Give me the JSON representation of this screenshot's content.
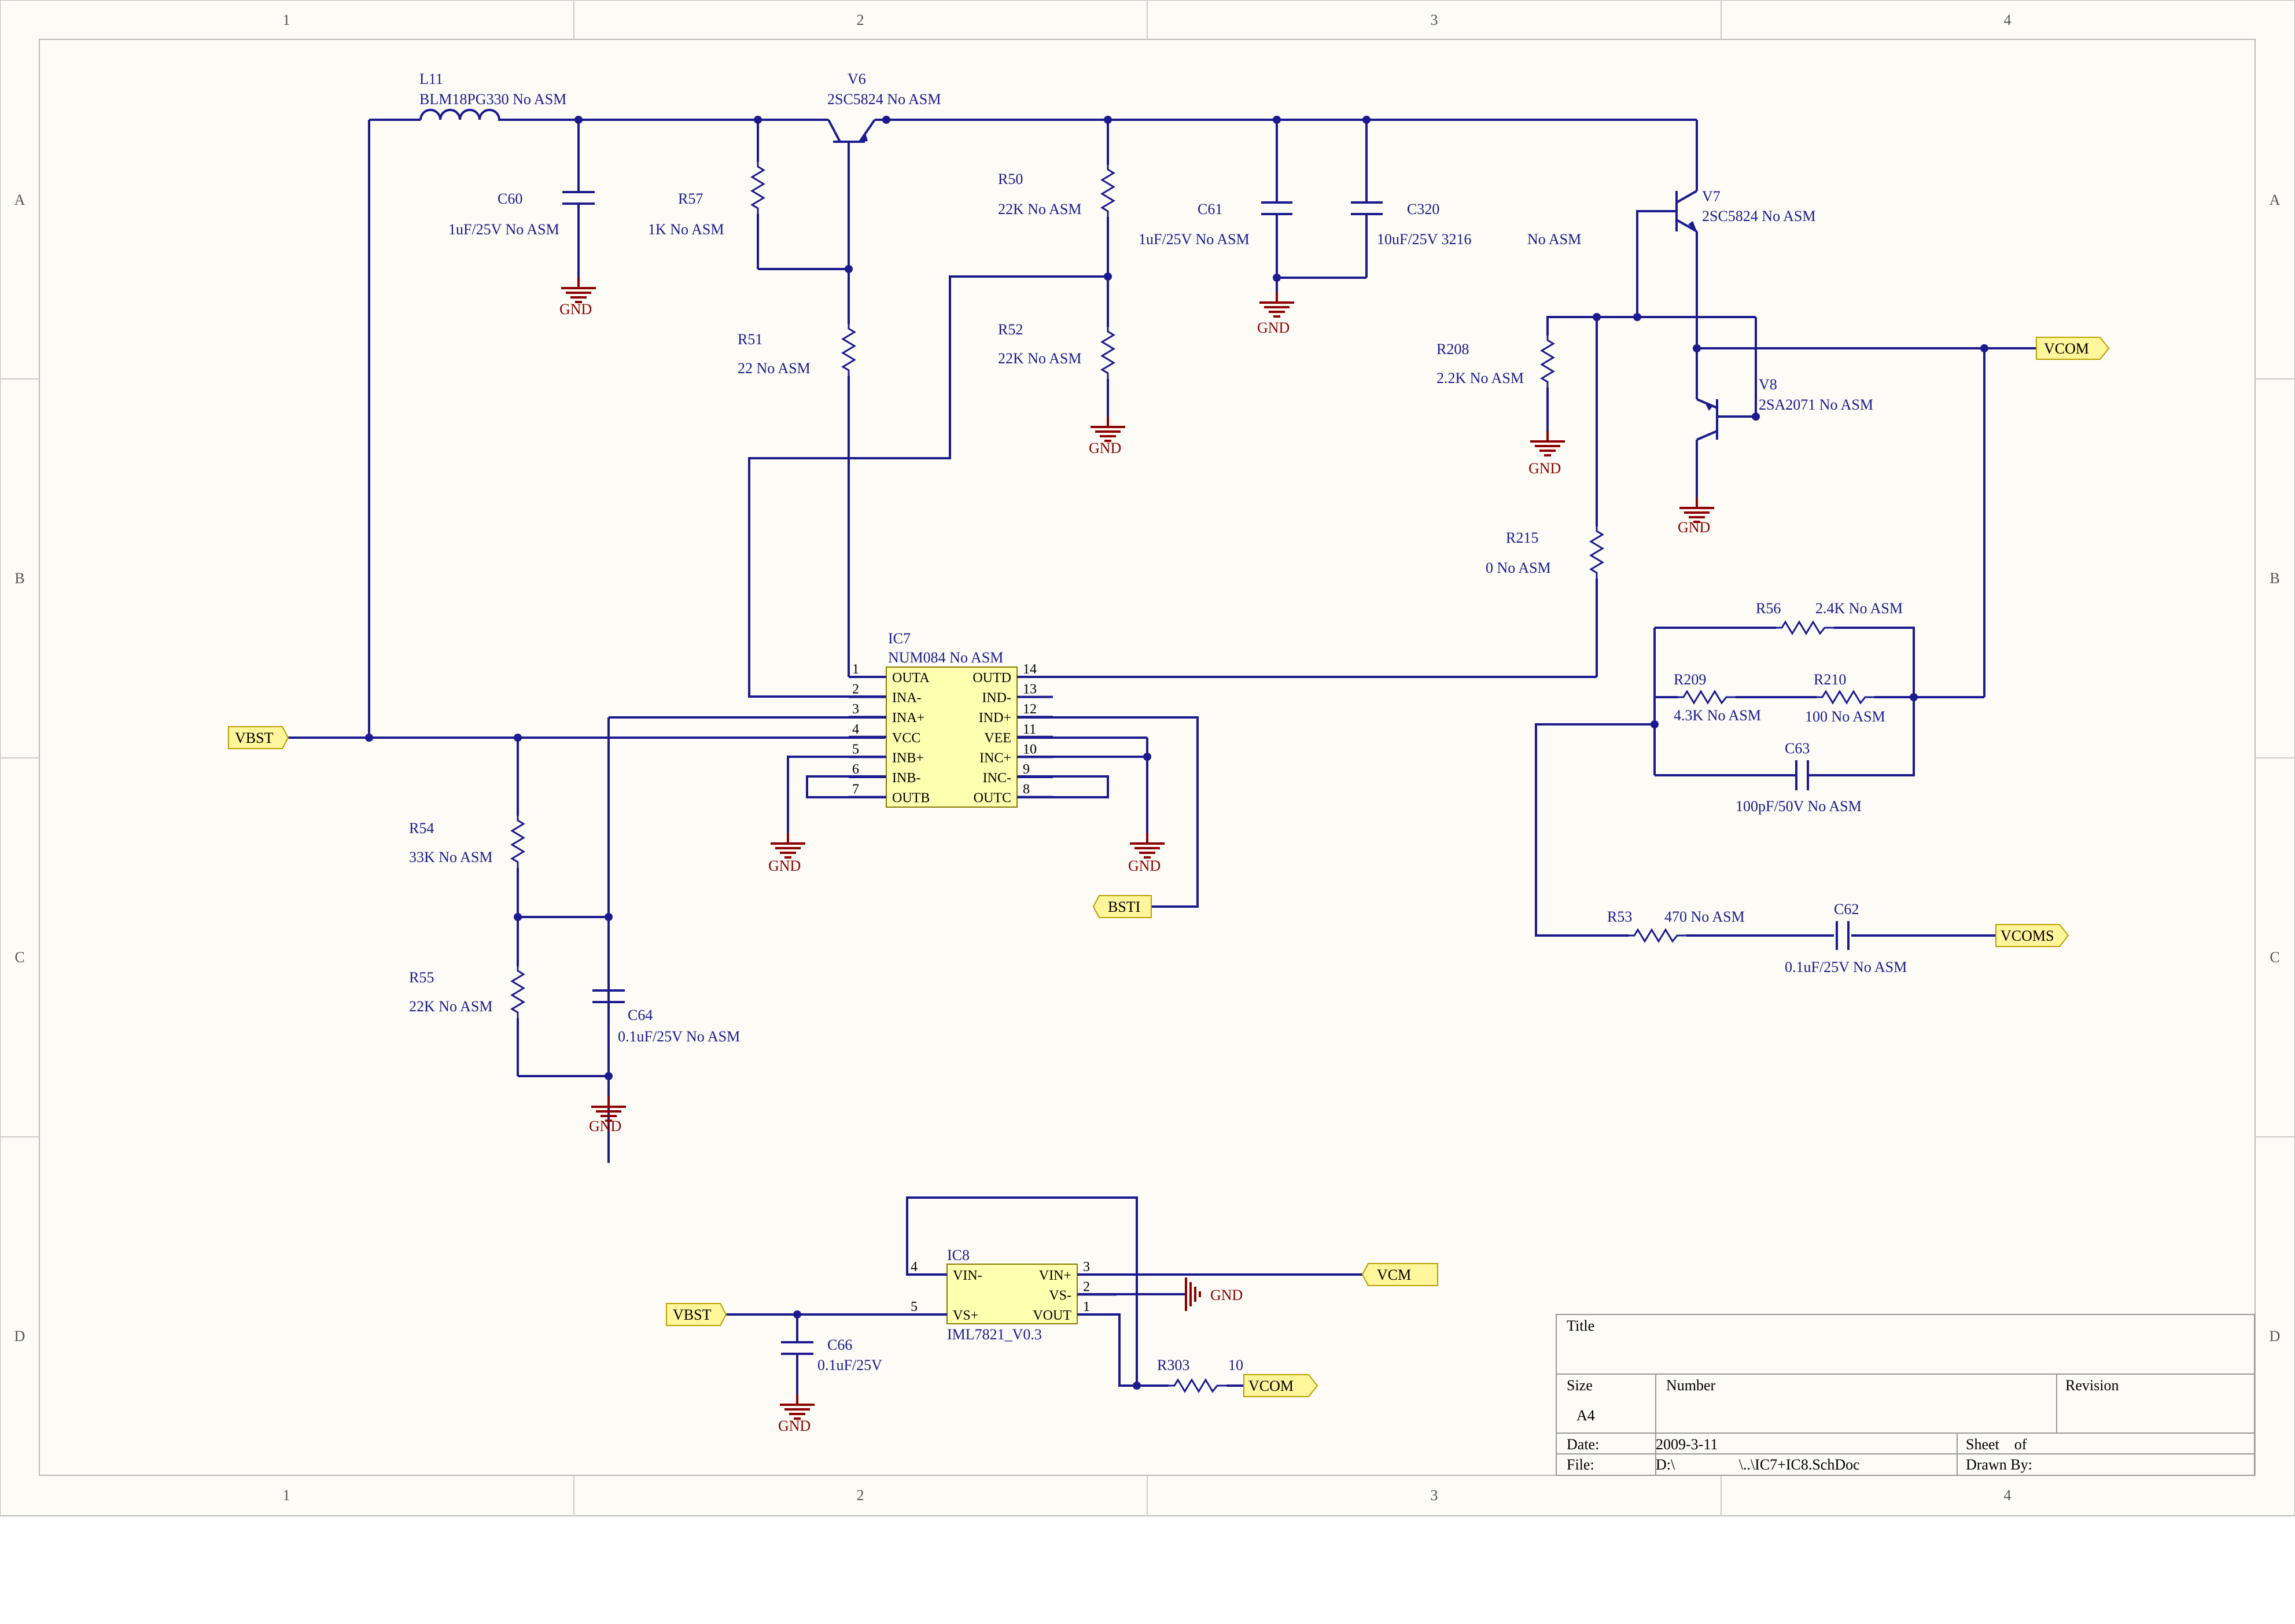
{
  "border": {
    "cols": [
      "1",
      "2",
      "3",
      "4"
    ],
    "rows": [
      "A",
      "B",
      "C",
      "D"
    ]
  },
  "components": {
    "L11": {
      "ref": "L11",
      "value": "BLM18PG330  No ASM"
    },
    "V6": {
      "ref": "V6",
      "value": "2SC5824 No ASM"
    },
    "C60": {
      "ref": "C60",
      "value": "1uF/25V  No ASM"
    },
    "R57": {
      "ref": "R57",
      "value": "1K No ASM"
    },
    "R51": {
      "ref": "R51",
      "value": "22 No ASM"
    },
    "R50": {
      "ref": "R50",
      "value": "22K No ASM"
    },
    "R52": {
      "ref": "R52",
      "value": "22K No ASM"
    },
    "C61": {
      "ref": "C61",
      "value": "1uF/25V  No ASM"
    },
    "C320": {
      "ref": "C320",
      "value": "10uF/25V    3216",
      "asm": "No ASM"
    },
    "V7": {
      "ref": "V7",
      "value": "2SC5824 No ASM"
    },
    "R208": {
      "ref": "R208",
      "value": "2.2K No ASM"
    },
    "V8": {
      "ref": "V8",
      "value": "2SA2071 No ASM"
    },
    "R215": {
      "ref": "R215",
      "value": "0 No ASM"
    },
    "R56": {
      "ref": "R56",
      "value": "2.4K No ASM"
    },
    "R209": {
      "ref": "R209",
      "value": "4.3K No ASM"
    },
    "R210": {
      "ref": "R210",
      "value": "100 No ASM"
    },
    "C63": {
      "ref": "C63",
      "value": "100pF/50V  No ASM"
    },
    "R53": {
      "ref": "R53",
      "value": "470 No ASM"
    },
    "C62": {
      "ref": "C62",
      "value": "0.1uF/25V  No ASM"
    },
    "R54": {
      "ref": "R54",
      "value": "33K No ASM"
    },
    "R55": {
      "ref": "R55",
      "value": "22K No ASM"
    },
    "C64": {
      "ref": "C64",
      "value": "0.1uF/25V  No ASM"
    },
    "C66": {
      "ref": "C66",
      "value": "0.1uF/25V"
    },
    "R303": {
      "ref": "R303",
      "value": "10"
    }
  },
  "ic7": {
    "ref": "IC7",
    "value": "NUM084 No ASM",
    "left_pins": [
      {
        "num": "1",
        "name": "OUTA"
      },
      {
        "num": "2",
        "name": "INA-"
      },
      {
        "num": "3",
        "name": "INA+"
      },
      {
        "num": "4",
        "name": "VCC"
      },
      {
        "num": "5",
        "name": "INB+"
      },
      {
        "num": "6",
        "name": "INB-"
      },
      {
        "num": "7",
        "name": "OUTB"
      }
    ],
    "right_pins": [
      {
        "num": "14",
        "name": "OUTD"
      },
      {
        "num": "13",
        "name": "IND-"
      },
      {
        "num": "12",
        "name": "IND+"
      },
      {
        "num": "11",
        "name": "VEE"
      },
      {
        "num": "10",
        "name": "INC+"
      },
      {
        "num": "9",
        "name": "INC-"
      },
      {
        "num": "8",
        "name": "OUTC"
      }
    ]
  },
  "ic8": {
    "ref": "IC8",
    "value": "IML7821_V0.3",
    "left_pins": [
      {
        "num": "4",
        "name": "VIN-"
      },
      {
        "num": "5",
        "name": "VS+"
      }
    ],
    "right_pins": [
      {
        "num": "3",
        "name": "VIN+"
      },
      {
        "num": "2",
        "name": "VS-"
      },
      {
        "num": "1",
        "name": "VOUT"
      }
    ]
  },
  "ports": {
    "vbst_main": "VBST",
    "vbst_ic8": "VBST",
    "vcom_top": "VCOM",
    "vcoms": "VCOMS",
    "bsti": "BSTI",
    "vcm": "VCM",
    "vcom_bottom": "VCOM"
  },
  "gnd_label": "GND",
  "title_block": {
    "title_label": "Title",
    "size_label": "Size",
    "size_value": "A4",
    "number_label": "Number",
    "revision_label": "Revision",
    "date_label": "Date:",
    "date_value": "2009-3-11",
    "file_label": "File:",
    "file_value": "D:\\                 \\..\\IC7+IC8.SchDoc",
    "sheet_label": "Sheet    of",
    "drawn_label": "Drawn By:"
  },
  "colors": {
    "wire": "#1b1b8f",
    "ground": "#8b0000",
    "ic_fill": "#ffffb0",
    "port_fill": "#fff59a",
    "sheet_bg": "#fdfbf5"
  }
}
